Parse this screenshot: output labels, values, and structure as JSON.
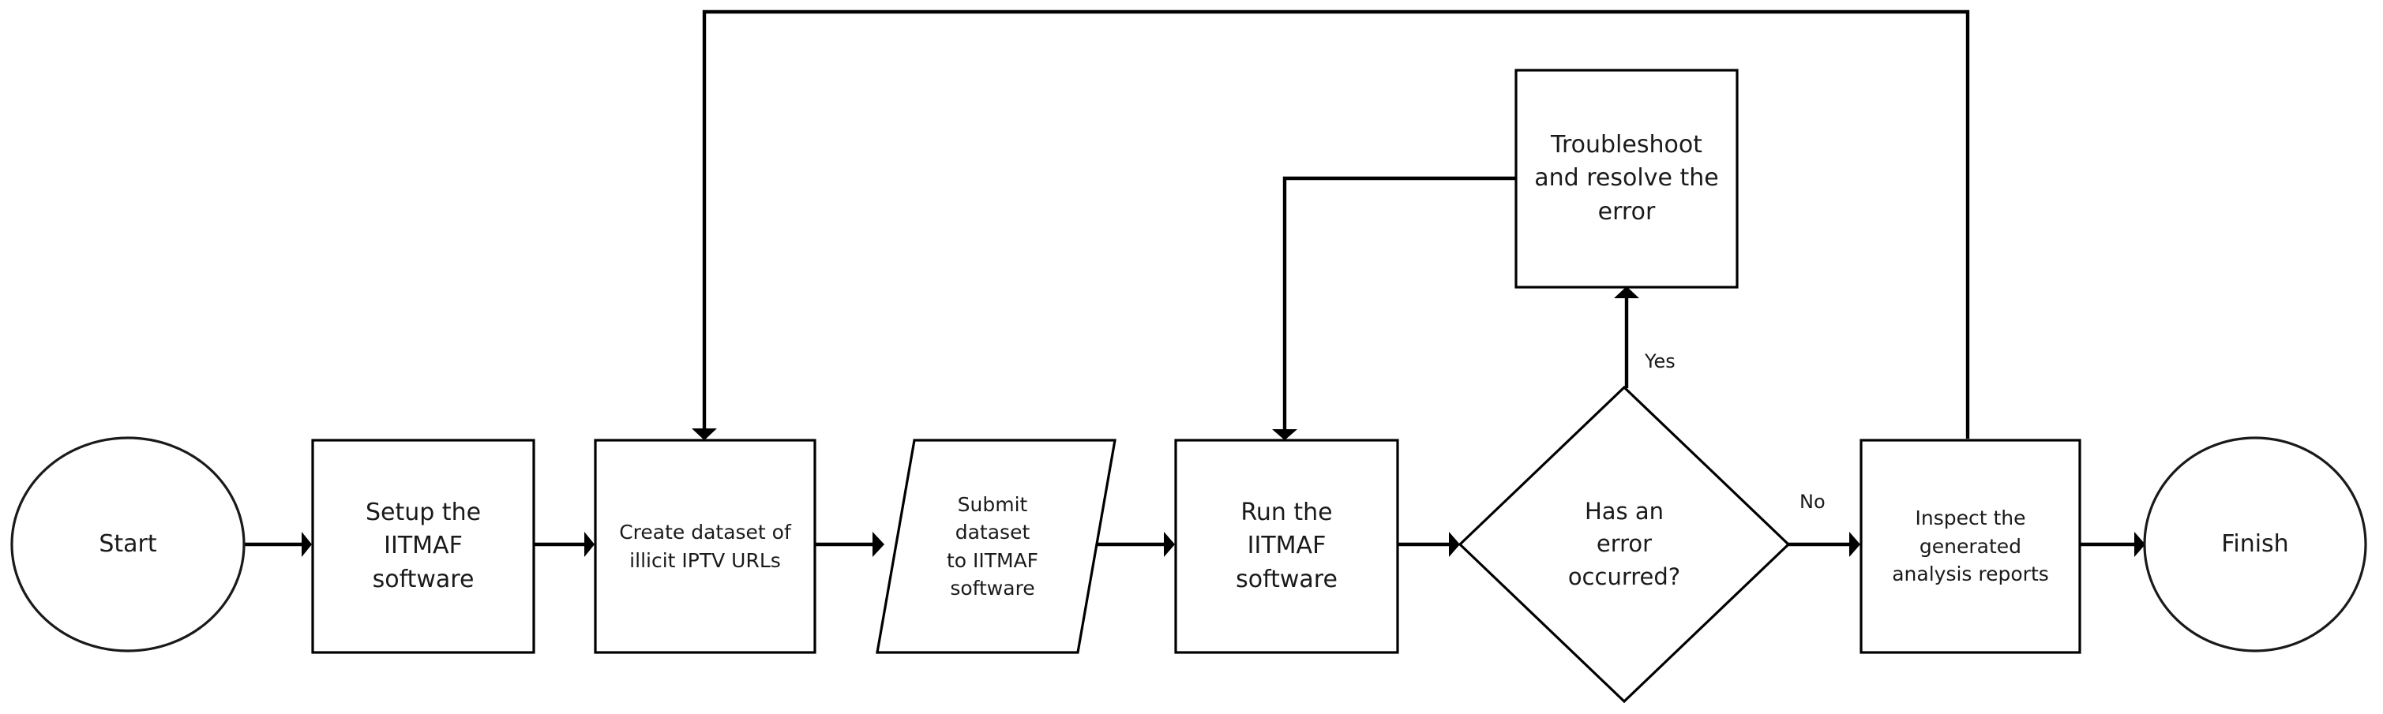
{
  "diagram": {
    "type": "flowchart",
    "title": "IITMAF software workflow flowchart",
    "orientation": "left-to-right",
    "background_color": "#ffffff",
    "line_color": "#000000",
    "text_color": "#1a1a1a",
    "nodes": [
      {
        "id": "start",
        "shape": "ellipse",
        "label": "Start"
      },
      {
        "id": "setup",
        "shape": "rectangle",
        "label": "Setup the\nIITMAF\nsoftware"
      },
      {
        "id": "create",
        "shape": "rectangle",
        "label": "Create dataset of\nillicit IPTV URLs"
      },
      {
        "id": "submit",
        "shape": "parallelogram",
        "label": "Submit\ndataset\nto IITMAF\nsoftware"
      },
      {
        "id": "run",
        "shape": "rectangle",
        "label": "Run the\nIITMAF\nsoftware"
      },
      {
        "id": "decision",
        "shape": "diamond",
        "label": "Has an\nerror\noccurred?"
      },
      {
        "id": "troubleshoot",
        "shape": "rectangle",
        "label": "Troubleshoot\nand resolve the\nerror"
      },
      {
        "id": "inspect",
        "shape": "rectangle",
        "label": "Inspect the\ngenerated\nanalysis reports"
      },
      {
        "id": "finish",
        "shape": "ellipse",
        "label": "Finish"
      }
    ],
    "edges": [
      {
        "id": "e-start-setup",
        "from": "start",
        "to": "setup",
        "label": "",
        "arrow": true
      },
      {
        "id": "e-setup-create",
        "from": "setup",
        "to": "create",
        "label": "",
        "arrow": true
      },
      {
        "id": "e-create-submit",
        "from": "create",
        "to": "submit",
        "label": "",
        "arrow": true
      },
      {
        "id": "e-submit-run",
        "from": "submit",
        "to": "run",
        "label": "",
        "arrow": true
      },
      {
        "id": "e-run-decision",
        "from": "run",
        "to": "decision",
        "label": "",
        "arrow": true
      },
      {
        "id": "e-decision-troubleshoot",
        "from": "decision",
        "to": "troubleshoot",
        "label": "Yes",
        "arrow": true
      },
      {
        "id": "e-decision-inspect",
        "from": "decision",
        "to": "inspect",
        "label": "No",
        "arrow": true
      },
      {
        "id": "e-troubleshoot-run",
        "from": "troubleshoot",
        "to": "run",
        "label": "",
        "arrow": true
      },
      {
        "id": "e-inspect-create",
        "from": "inspect",
        "to": "create",
        "label": "",
        "arrow": true
      },
      {
        "id": "e-inspect-finish",
        "from": "inspect",
        "to": "finish",
        "label": "",
        "arrow": true
      }
    ],
    "edge_labels": {
      "yes": "Yes",
      "no": "No"
    }
  }
}
